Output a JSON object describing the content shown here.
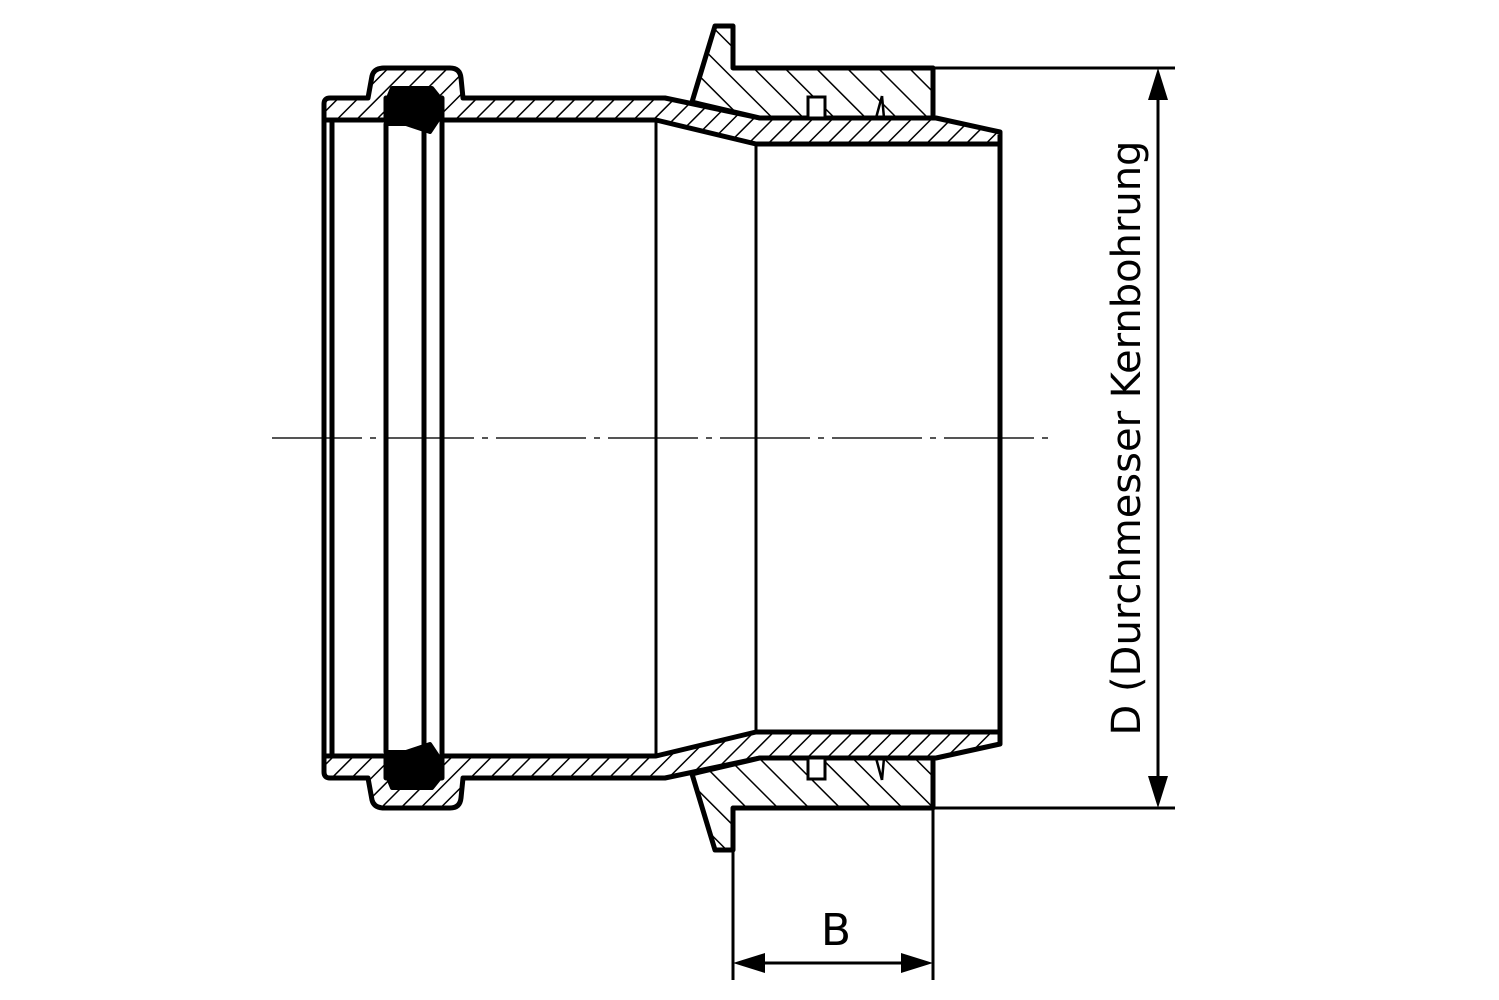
{
  "diagram": {
    "type": "technical-section-drawing",
    "subject": "pipe socket adapter with seal ring and wall collar (cross-section)",
    "colors": {
      "line": "#000000",
      "background": "#ffffff",
      "centerline": "#555555"
    },
    "dimensions": {
      "width_label": "B",
      "diameter_label": "D (Durchmesser Kernbohrung"
    },
    "parts": [
      {
        "name": "socket-sleeve",
        "fill": "hatched"
      },
      {
        "name": "sealing-ring",
        "fill": "solid"
      },
      {
        "name": "wall-collar",
        "fill": "hatched"
      },
      {
        "name": "spigot-end",
        "fill": "hatched"
      }
    ]
  }
}
